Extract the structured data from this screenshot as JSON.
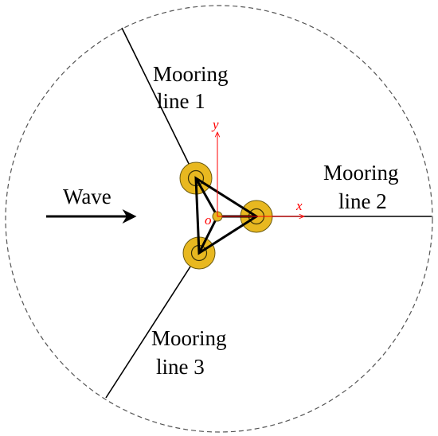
{
  "labels": {
    "mooring_line_1": [
      "Mooring",
      "line 1"
    ],
    "mooring_line_2": [
      "Mooring",
      "line 2"
    ],
    "mooring_line_3": [
      "Mooring",
      "line 3"
    ],
    "wave": "Wave",
    "axis_x": "x",
    "axis_y": "y",
    "origin": "o"
  },
  "colors": {
    "float": "#e8b820",
    "float_outline": "#6b5a10",
    "axis": "#ff0000",
    "mooring_line": "#000000",
    "boundary": "#555555"
  }
}
